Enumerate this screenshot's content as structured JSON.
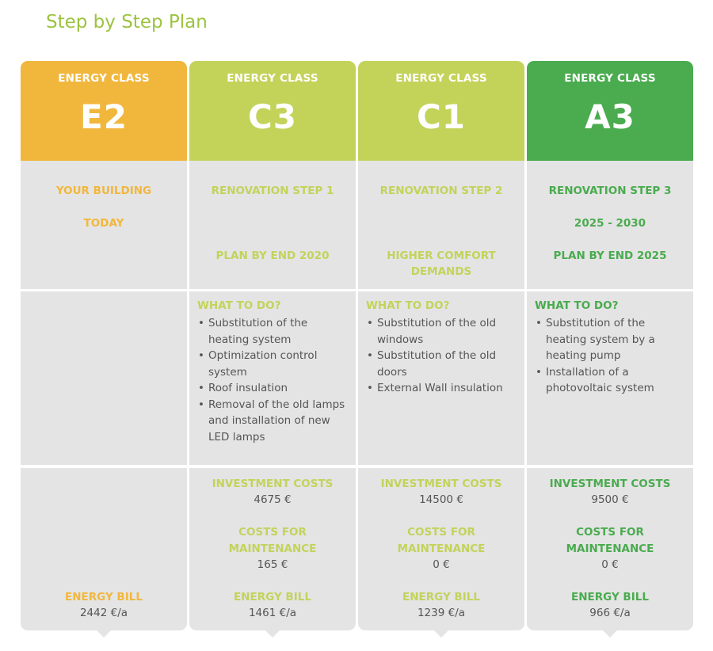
{
  "page_title": "Step by Step Plan",
  "colors": {
    "title": "#9cc33f",
    "col1_accent": "#f1b73d",
    "col2_accent": "#c3d35a",
    "col3_accent": "#c3d35a",
    "col4_accent": "#4aab4f",
    "panel_bg": "#e4e4e4",
    "body_text": "#555555"
  },
  "columns": [
    {
      "header_label": "ENERGY CLASS",
      "energy_class": "E2",
      "step_lines": [
        "YOUR BUILDING",
        "TODAY",
        ""
      ],
      "todo_title": "",
      "todo_items": [],
      "investment_label": "",
      "investment_value": "",
      "maintenance_label_1": "",
      "maintenance_label_2": "",
      "maintenance_value": "",
      "bill_label": "ENERGY BILL",
      "bill_value": "2442 €/a"
    },
    {
      "header_label": "ENERGY CLASS",
      "energy_class": "C3",
      "step_lines": [
        "RENOVATION STEP 1",
        "",
        "PLAN BY END 2020"
      ],
      "todo_title": "WHAT TO DO?",
      "todo_items": [
        "Substitution of the heating system",
        "Optimization control system",
        "Roof insulation",
        "Removal of the old lamps and installation of new LED lamps"
      ],
      "investment_label": "INVESTMENT COSTS",
      "investment_value": "4675 €",
      "maintenance_label_1": "COSTS FOR",
      "maintenance_label_2": "MAINTENANCE",
      "maintenance_value": "165 €",
      "bill_label": "ENERGY BILL",
      "bill_value": "1461 €/a"
    },
    {
      "header_label": "ENERGY CLASS",
      "energy_class": "C1",
      "step_lines": [
        "RENOVATION STEP 2",
        "",
        "HIGHER COMFORT DEMANDS"
      ],
      "todo_title": "WHAT TO DO?",
      "todo_items": [
        "Substitution of the old windows",
        "Substitution of the old doors",
        "External Wall insulation"
      ],
      "investment_label": "INVESTMENT COSTS",
      "investment_value": "14500 €",
      "maintenance_label_1": "COSTS FOR",
      "maintenance_label_2": "MAINTENANCE",
      "maintenance_value": "0 €",
      "bill_label": "ENERGY BILL",
      "bill_value": "1239 €/a"
    },
    {
      "header_label": "ENERGY CLASS",
      "energy_class": "A3",
      "step_lines": [
        "RENOVATION STEP 3",
        "2025 - 2030",
        "PLAN BY END 2025"
      ],
      "todo_title": "WHAT TO DO?",
      "todo_items": [
        "Substitution of the heating system by a heating pump",
        "Installation of a photovoltaic system"
      ],
      "investment_label": "INVESTMENT COSTS",
      "investment_value": "9500 €",
      "maintenance_label_1": "COSTS FOR",
      "maintenance_label_2": "MAINTENANCE",
      "maintenance_value": "0 €",
      "bill_label": "ENERGY BILL",
      "bill_value": "966 €/a"
    }
  ]
}
